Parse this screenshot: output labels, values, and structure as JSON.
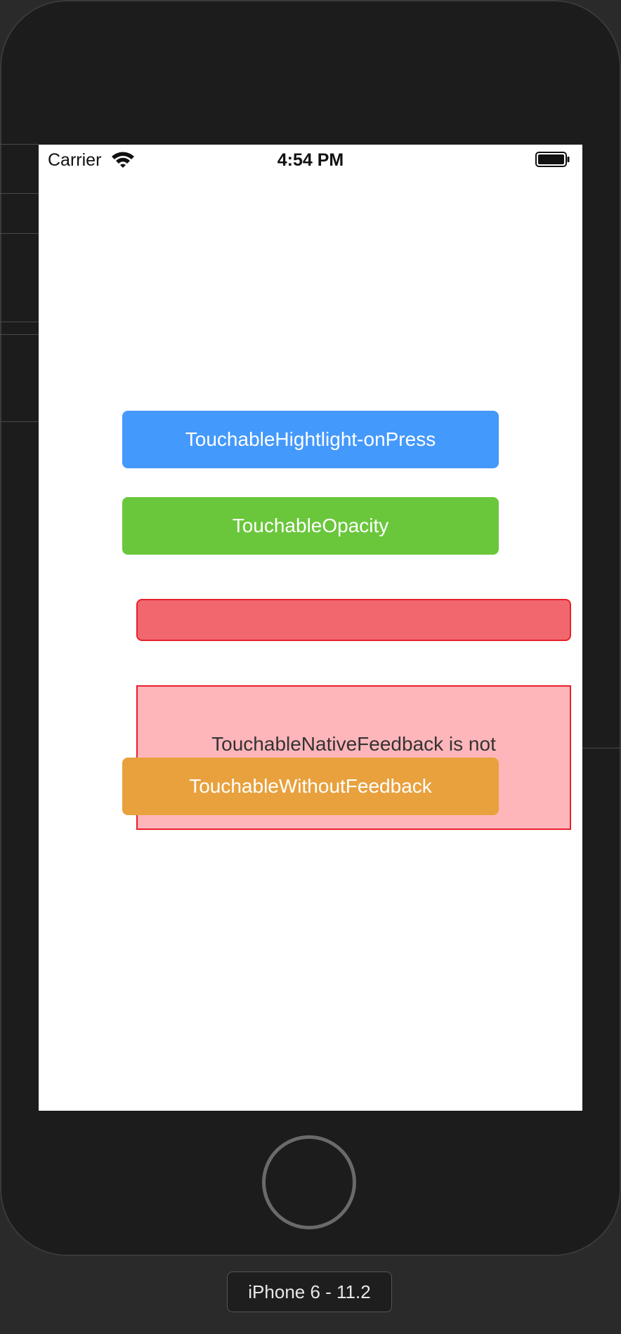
{
  "status_bar": {
    "carrier": "Carrier",
    "time": "4:54 PM",
    "wifi_icon": "wifi-icon",
    "battery_icon": "battery-icon"
  },
  "buttons": {
    "highlight_label": "TouchableHightlight-onPress",
    "opacity_label": "TouchableOpacity",
    "native_feedback_text": "TouchableNativeFeedback is not",
    "without_feedback_label": "TouchableWithoutFeedback"
  },
  "device": {
    "label": "iPhone 6 - 11.2"
  },
  "colors": {
    "highlight": "#4499fc",
    "opacity": "#6ac73c",
    "red_bar": "#f2676e",
    "pink_box": "#ffb6bb",
    "border_red": "#e8202a",
    "without_feedback": "#e8a13d"
  }
}
